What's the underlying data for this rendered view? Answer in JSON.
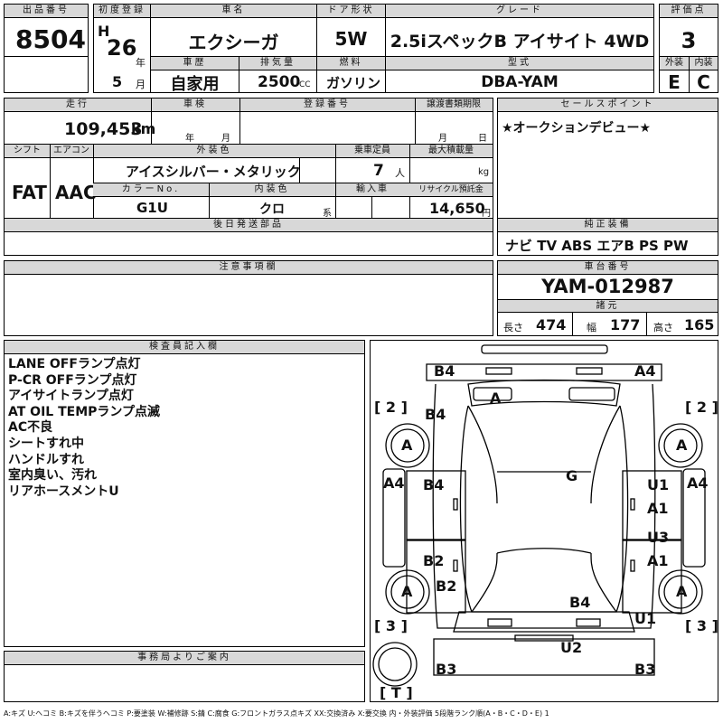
{
  "labels": {
    "lot_no": "出品番号",
    "first_reg": "初度登録",
    "car_name": "車名",
    "door": "ドア形状",
    "grade": "グレード",
    "score": "評価点",
    "history": "車歴",
    "displacement": "排気量",
    "fuel": "燃料",
    "model_code": "型式",
    "exterior": "外装",
    "interior": "内装",
    "mileage": "走行",
    "inspection": "車検",
    "reg_no": "登録番号",
    "transfer_deadline": "譲渡書類期限",
    "sales_point": "セールスポイント",
    "shift": "シフト",
    "aircon": "エアコン",
    "ext_color": "外装色",
    "capacity": "乗車定員",
    "max_load": "最大積載量",
    "color_no": "カラーNo.",
    "int_color": "内装色",
    "import": "輸入車",
    "recycle": "リサイクル預託金",
    "later_parts": "後日発送部品",
    "genuine_equipment": "純正装備",
    "caution": "注意事項欄",
    "chassis_no": "車台番号",
    "specs": "諸元",
    "length": "長さ",
    "width": "幅",
    "height": "高さ",
    "inspector": "検査員記入欄",
    "office": "事務局よりご案内",
    "year_unit": "年",
    "month_unit": "月",
    "cc_unit": "CC",
    "km_unit": "km",
    "person_unit": "人",
    "kg_unit": "kg",
    "yen_unit": "円",
    "kei_unit": "系"
  },
  "values": {
    "lot_no": "8504",
    "era": "H",
    "year": "26",
    "month": "5",
    "car_name": "エクシーガ",
    "door": "5W",
    "grade": "2.5iスペックB アイサイト 4WD",
    "score": "3",
    "history": "自家用",
    "displacement": "2500",
    "fuel": "ガソリン",
    "model_code": "DBA-YAM",
    "exterior": "E",
    "interior": "C",
    "mileage": "109,453",
    "shift": "FAT",
    "aircon": "AAC",
    "ext_color": "アイスシルバー・メタリック",
    "capacity": "7",
    "color_no": "G1U",
    "int_color": "クロ",
    "recycle": "14,650",
    "sales_point": "★オークションデビュー★",
    "equipment": "ナビ TV ABS エアB PS PW",
    "chassis_no": "YAM-012987",
    "length": "474",
    "width": "177",
    "height": "165"
  },
  "inspector_notes": [
    "LANE OFFランプ点灯",
    "P-CR OFFランプ点灯",
    "アイサイトランプ点灯",
    "AT OIL TEMPランプ点滅",
    "AC不良",
    "シートすれ中",
    "ハンドルすれ",
    "室内臭い、汚れ",
    "リアホースメントU"
  ],
  "diagram": {
    "front_left": "B4",
    "front_right": "A4",
    "windshield": "A",
    "hood": "B4",
    "tire": "A",
    "side_left": "A4",
    "side_right": "A4",
    "left_front_door": "B4",
    "left_rear_door": "B2",
    "left_rear_quarter": "B2",
    "roof": "G",
    "right_front_door_1": "U1",
    "right_front_door_2": "A1",
    "right_rear_door_1": "U3",
    "right_rear_door_2": "A1",
    "rear_glass": "B4",
    "rear_quarter_right": "U1",
    "rear_bumper_center": "U2",
    "rear_left": "B3",
    "rear_right": "B3",
    "bracket_2": "2",
    "bracket_3": "3",
    "bracket_T": "T"
  },
  "legend": "A:キズ U:ヘコミ B:キズを伴うヘコミ P:要塗装 W:補修跡 S:錆 C:腐食 G:フロントガラス点キズ XX:交換済み X:要交換 内・外装評価 5段階ランク順(A・B・C・D・E) 1"
}
